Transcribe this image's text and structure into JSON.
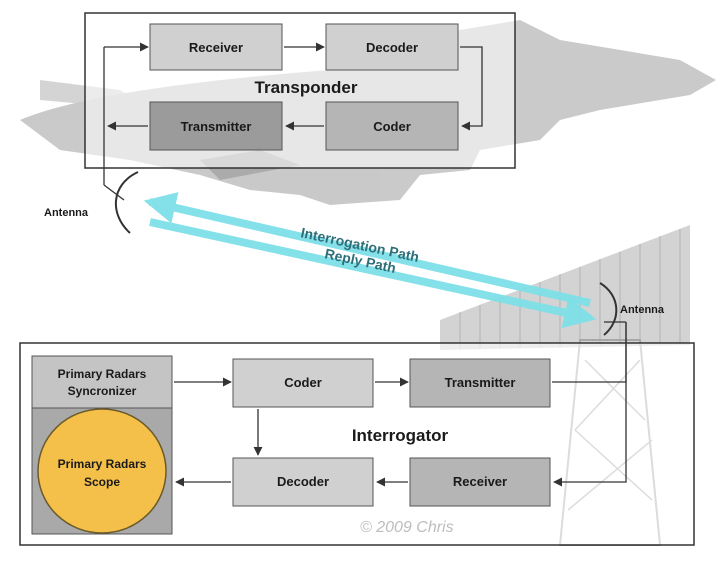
{
  "transponder": {
    "title": "Transponder",
    "receiver": "Receiver",
    "decoder": "Decoder",
    "transmitter": "Transmitter",
    "coder": "Coder"
  },
  "interrogator": {
    "title": "Interrogator",
    "synchronizer_line1": "Primary Radars",
    "synchronizer_line2": "Syncronizer",
    "scope_line1": "Primary Radars",
    "scope_line2": "Scope",
    "coder": "Coder",
    "transmitter": "Transmitter",
    "decoder": "Decoder",
    "receiver": "Receiver"
  },
  "antenna_aircraft": "Antenna",
  "antenna_ground": "Antenna",
  "path_interrogation": "Interrogation Path",
  "path_reply": "Reply Path",
  "watermark": "© 2009 Chris",
  "colors": {
    "box_light": "#d0d0d0",
    "box_dark": "#9b9b9b",
    "scope_fill": "#f5c04a",
    "path_cyan": "#7fe0e8",
    "path_text": "#2e6f7a"
  }
}
